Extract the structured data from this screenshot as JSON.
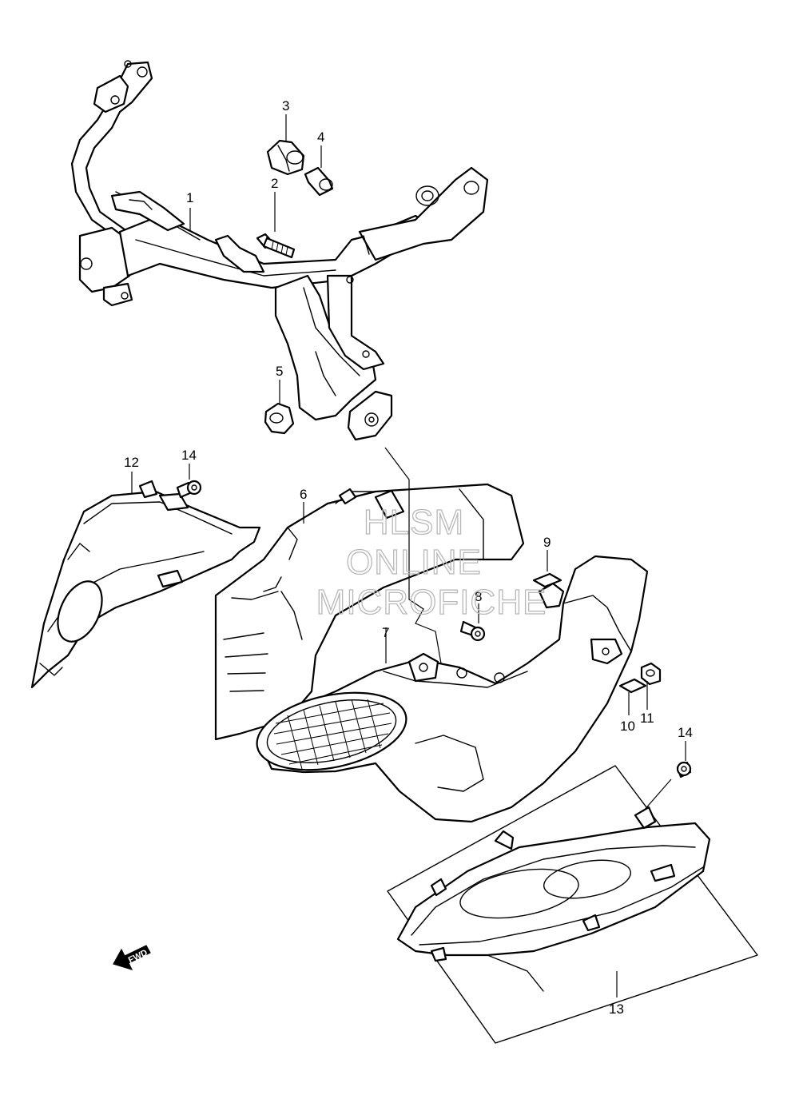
{
  "callouts": {
    "c1": "1",
    "c2": "2",
    "c3": "3",
    "c4": "4",
    "c5": "5",
    "c6": "6",
    "c7": "7",
    "c8": "8",
    "c9": "9",
    "c10": "10",
    "c11": "11",
    "c12": "12",
    "c13": "13",
    "c14a": "14",
    "c14b": "14"
  },
  "watermark": {
    "line1": "HLSM",
    "line2": "ONLINE",
    "line3": "MICROFICHE"
  },
  "direction_arrow": {
    "label": "FWD"
  }
}
